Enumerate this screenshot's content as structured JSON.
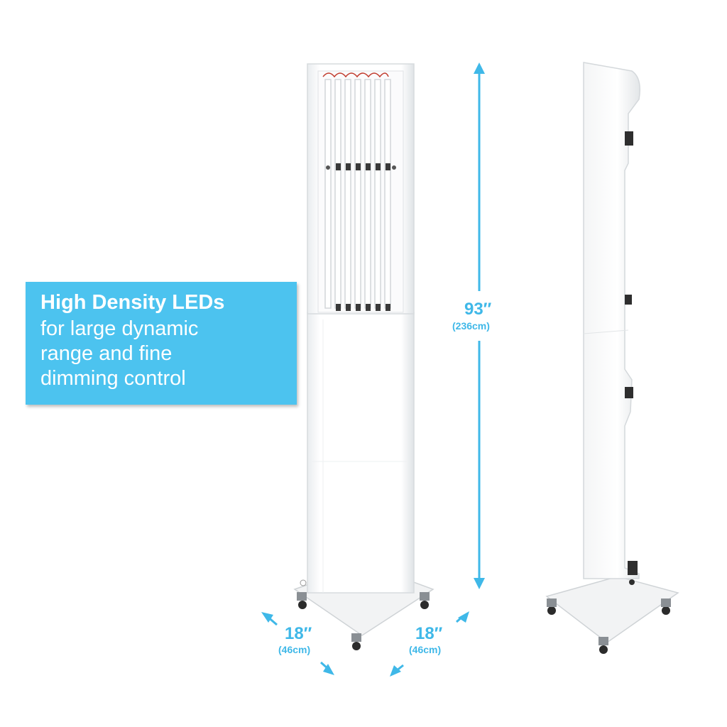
{
  "callout": {
    "title": "High Density LEDs",
    "lines": [
      "for large dynamic",
      "range and fine",
      "dimming control"
    ]
  },
  "dimensions": {
    "height": {
      "value": "93″",
      "metric": "(236cm)"
    },
    "width_left": {
      "value": "18″",
      "metric": "(46cm)"
    },
    "width_right": {
      "value": "18″",
      "metric": "(46cm)"
    }
  },
  "colors": {
    "accent": "#4cc3ef",
    "callout_text": "#ffffff"
  }
}
